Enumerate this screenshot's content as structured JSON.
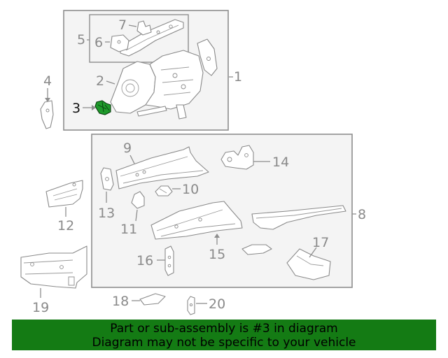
{
  "diagram": {
    "selected_part": "3",
    "callouts": [
      "1",
      "2",
      "3",
      "4",
      "5",
      "6",
      "7",
      "8",
      "9",
      "10",
      "11",
      "12",
      "13",
      "14",
      "15",
      "16",
      "17",
      "18",
      "19",
      "20"
    ]
  },
  "banner": {
    "line1": "Part or sub-assembly is #3 in diagram",
    "line2": "Diagram may not be specific to your vehicle"
  },
  "colors": {
    "highlight": "#1e9a2b",
    "banner_bg": "#147b14",
    "line_gray": "#8e8e8e"
  }
}
